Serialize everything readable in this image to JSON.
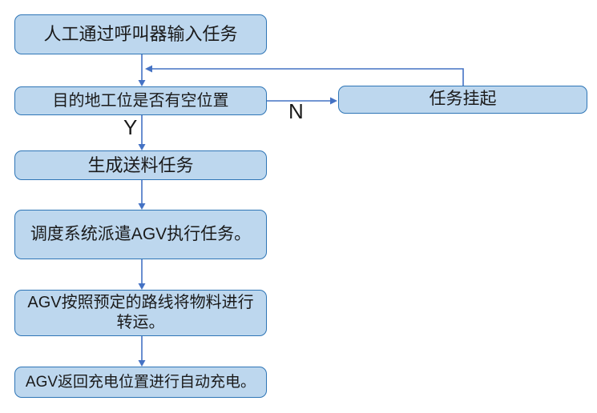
{
  "flowchart": {
    "type": "flowchart",
    "background": "#ffffff",
    "colors": {
      "node_fill": "#BDD7EE",
      "node_border": "#2E75B6",
      "connector": "#4472C4",
      "text": "#1a1a1a"
    },
    "nodes": [
      {
        "id": "manual-input",
        "shape": "rounded-rect",
        "label": "人工通过呼叫器输入任务",
        "lines": [
          "人工通过呼叫器输入任务"
        ]
      },
      {
        "id": "check-empty-position",
        "shape": "rounded-rect",
        "label": "目的地工位是否有空位置",
        "lines": [
          "目的地工位是否有空位置"
        ]
      },
      {
        "id": "task-suspended",
        "shape": "rounded-rect",
        "label": "任务挂起",
        "lines": [
          "任务挂起"
        ]
      },
      {
        "id": "generate-feeding-task",
        "shape": "rounded-rect",
        "label": "生成送料任务",
        "lines": [
          "生成送料任务"
        ]
      },
      {
        "id": "dispatch-agv",
        "shape": "rounded-rect",
        "label": "调度系统派遣AGV执行任务。",
        "lines": [
          "调度系统派遣AGV执行任务。"
        ]
      },
      {
        "id": "agv-transport",
        "shape": "rounded-rect",
        "label": "AGV按照预定的路线将物料进行转运。",
        "lines": [
          "AGV按照预定的路线将物料进行",
          "转运。"
        ]
      },
      {
        "id": "agv-charge",
        "shape": "rounded-rect",
        "label": "AGV返回充电位置进行自动充电。",
        "lines": [
          "AGV返回充电位置进行自动充电。"
        ]
      }
    ],
    "edge_labels": {
      "yes": "Y",
      "no": "N"
    },
    "edges": [
      {
        "from": "manual-input",
        "to": "check-empty-position",
        "label": ""
      },
      {
        "from": "check-empty-position",
        "to": "generate-feeding-task",
        "label": "Y"
      },
      {
        "from": "check-empty-position",
        "to": "task-suspended",
        "label": "N"
      },
      {
        "from": "task-suspended",
        "to": "check-empty-position",
        "label": "",
        "note": "feedback loop rejoining the arrow between manual-input and check-empty-position"
      },
      {
        "from": "generate-feeding-task",
        "to": "dispatch-agv",
        "label": ""
      },
      {
        "from": "dispatch-agv",
        "to": "agv-transport",
        "label": ""
      },
      {
        "from": "agv-transport",
        "to": "agv-charge",
        "label": ""
      }
    ]
  }
}
